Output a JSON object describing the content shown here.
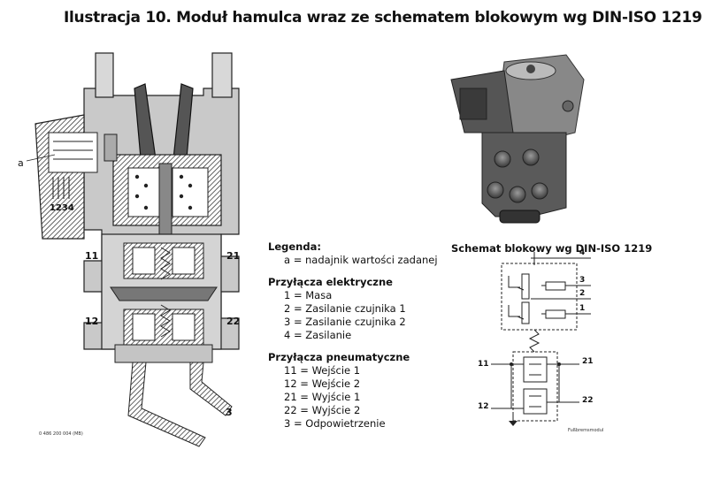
{
  "title": "Ilustracja 10. Moduł hamulca wraz ze schematem blokowym wg DIN-ISO 1219",
  "section_drawing": {
    "label_a": "a",
    "pins": "1234",
    "port_11": "11",
    "port_21": "21",
    "port_12": "12",
    "port_22": "22",
    "port_3": "3",
    "code": "0 486 200 004 (MB)"
  },
  "legend": {
    "heading": "Legenda:",
    "a_item": "a = nadajnik wartości zadanej",
    "electric_heading": "Przyłącza elektryczne",
    "electric": [
      "1 = Masa",
      "2 = Zasilanie czujnika 1",
      "3 = Zasilanie czujnika 2",
      "4 = Zasilanie"
    ],
    "pneumatic_heading": "Przyłącza pneumatyczne",
    "pneumatic": [
      "11 = Wejście 1",
      "12 = Wejście 2",
      "21 = Wyjście 1",
      "22 = Wyjście 2",
      "3 = Odpowietrzenie"
    ]
  },
  "schema": {
    "title": "Schemat blokowy wg DIN-ISO 1219",
    "pin_4": "4",
    "pin_3": "3",
    "pin_2": "2",
    "pin_1": "1",
    "port_11": "11",
    "port_12": "12",
    "port_21": "21",
    "port_22": "22",
    "caption": "Fußbremsmodul"
  }
}
